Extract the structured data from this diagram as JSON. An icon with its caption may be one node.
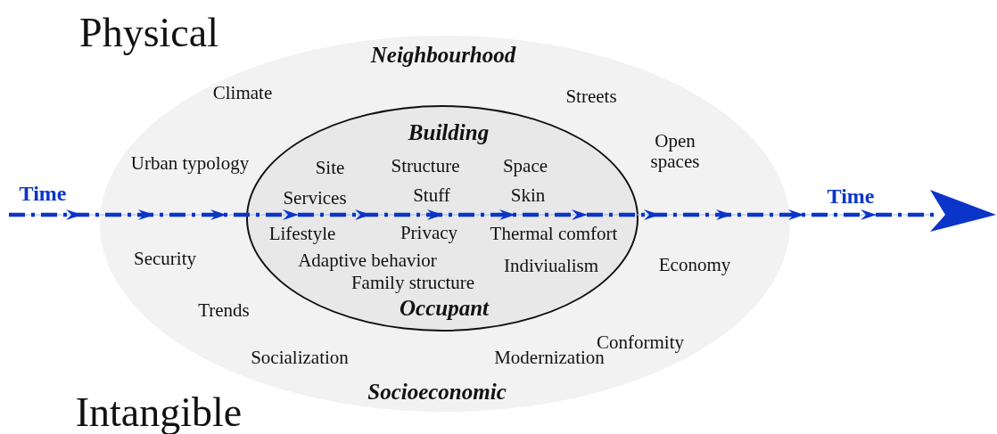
{
  "diagram": {
    "nodes": [
      {
        "text": [
          "Neighbourhood",
          "Climate",
          "Streets",
          "Urban typology",
          "Open spaces",
          "Security",
          "Economy",
          "Trends",
          "Conformity",
          "Socialization",
          "Modernization",
          "Socioeconomic"
        ]
      },
      {
        "text": [
          "Building",
          "Site",
          "Structure",
          "Space",
          "Services",
          "Stuff",
          "Skin",
          "Lifestyle",
          "Privacy",
          "Thermal comfort",
          "Adaptive behavior",
          "Indiviualism",
          "Family structure",
          "Occupant"
        ],
        "in": 0
      }
    ],
    "labels": [
      "Physical",
      "Time",
      "Time",
      "Intangible"
    ]
  }
}
